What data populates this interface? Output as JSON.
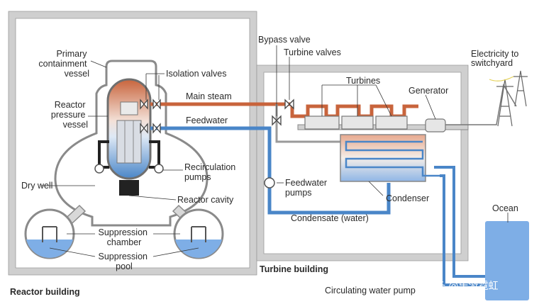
{
  "labels": {
    "primary_containment": [
      "Primary",
      "containment",
      "vessel"
    ],
    "reactor_pressure_vessel": [
      "Reactor",
      "pressure",
      "vessel"
    ],
    "dry_well": "Dry well",
    "isolation_valves": "Isolation valves",
    "main_steam": "Main steam",
    "feedwater": "Feedwater",
    "recirculation_pumps": [
      "Recirculation",
      "pumps"
    ],
    "reactor_cavity": "Reactor cavity",
    "suppression_chamber": [
      "Suppression",
      "chamber"
    ],
    "suppression_pool": [
      "Suppression",
      "pool"
    ],
    "bypass_valve": "Bypass valve",
    "turbine_valves": "Turbine valves",
    "turbines": "Turbines",
    "generator": "Generator",
    "electricity": [
      "Electricity to",
      "switchyard"
    ],
    "feedwater_pumps": [
      "Feedwater",
      "pumps"
    ],
    "condenser": "Condenser",
    "condensate": "Condensate (water)",
    "ocean": "Ocean",
    "circulating_water_pump": "Circulating water pump"
  },
  "buildings": {
    "reactor": "Reactor building",
    "turbine": "Turbine building"
  },
  "watermark": "头条 @乐游霓虹",
  "colors": {
    "steam": "#c8643c",
    "water": "#4a86c8",
    "ocean": "#7eaee6",
    "wall": "#c9c9c9"
  }
}
